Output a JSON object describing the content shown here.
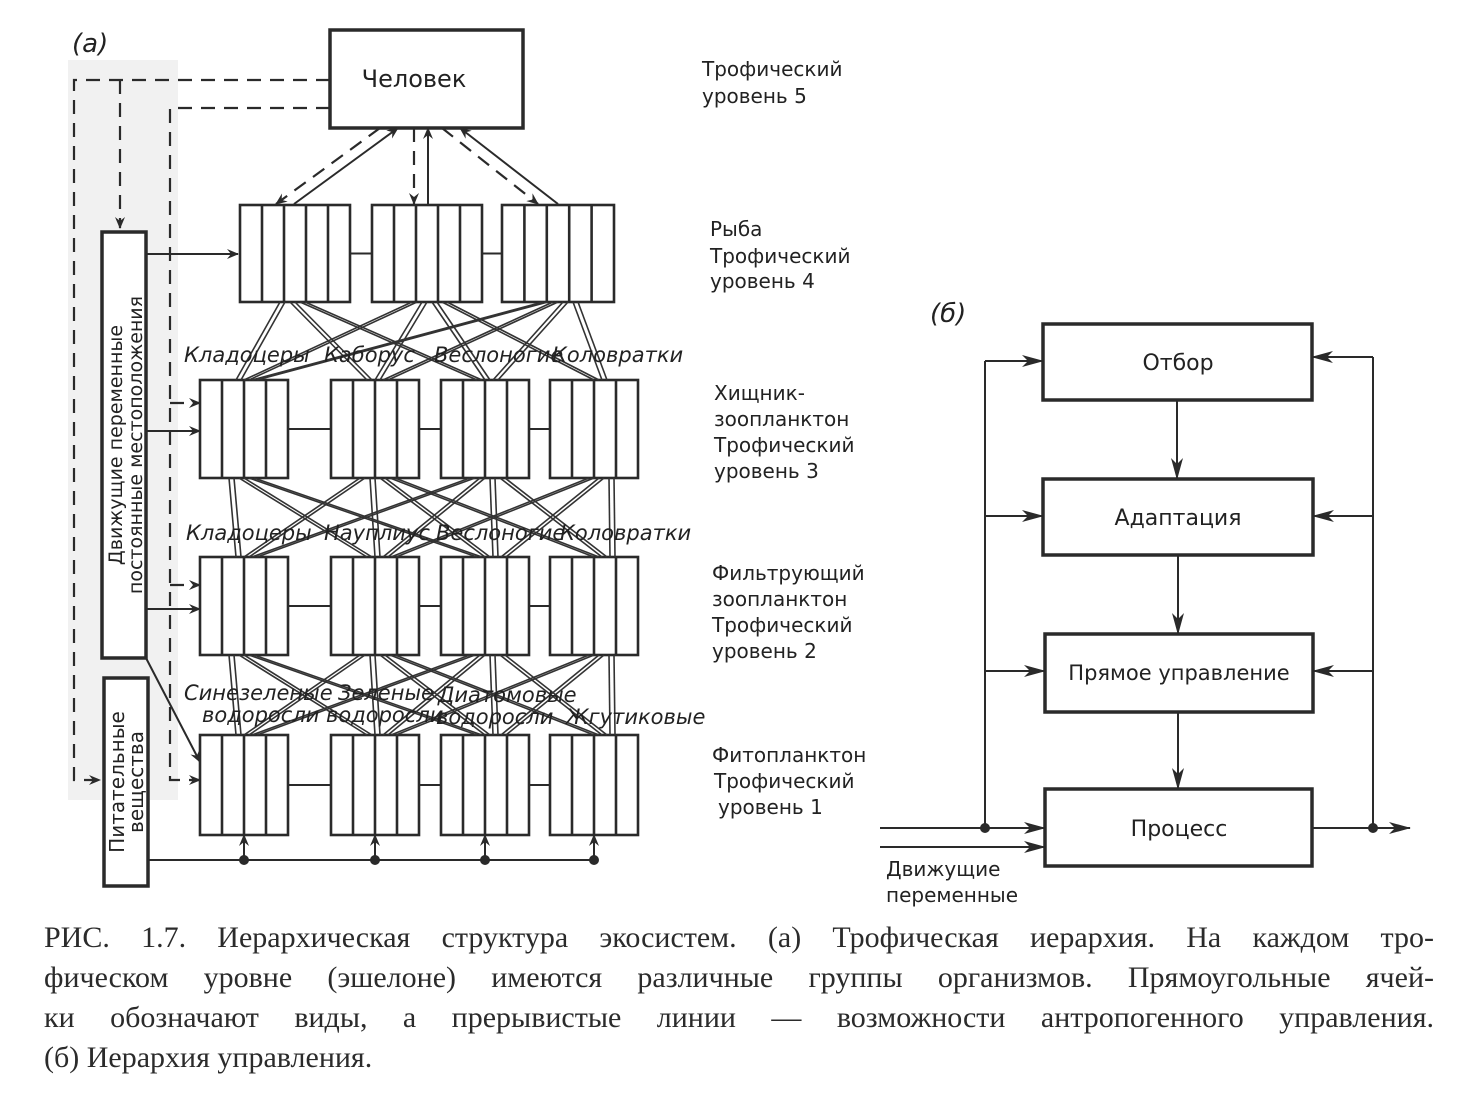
{
  "panel_a": {
    "label": "(а)",
    "top": {
      "label": "Человек",
      "level_text": [
        "Трофический",
        "уровень 5"
      ]
    },
    "side_boxes": {
      "drivers": [
        "Движущие переменные",
        "постоянные местоположения"
      ],
      "nutrients": [
        "Питательные",
        "вещества"
      ]
    },
    "levels": [
      {
        "id": "fish",
        "level_text": [
          "Рыба",
          "Трофический",
          "уровень 4"
        ],
        "cells_per_group": [
          5,
          5,
          5
        ],
        "group_labels": []
      },
      {
        "id": "predator_zoo",
        "level_text": [
          "Хищник-",
          "зоопланктон",
          "Трофический",
          "уровень 3"
        ],
        "cells_per_group": [
          4,
          4,
          4,
          4
        ],
        "group_labels": [
          "Кладоцеры",
          "Каборус",
          "Веслоногие",
          "Коловратки"
        ]
      },
      {
        "id": "filter_zoo",
        "level_text": [
          "Фильтрующий",
          "зоопланктон",
          "Трофический",
          "уровень 2"
        ],
        "cells_per_group": [
          4,
          4,
          4,
          4
        ],
        "group_labels": [
          "Кладоцеры",
          "Науплиус",
          "Веслоногие",
          "Коловратки"
        ]
      },
      {
        "id": "phyto",
        "level_text": [
          "Фитопланктон",
          "Трофический",
          "уровень 1"
        ],
        "cells_per_group": [
          4,
          4,
          4,
          4
        ],
        "group_labels": [
          [
            "Синезеленые",
            "водоросли"
          ],
          [
            "Зеленые",
            "водоросли"
          ],
          [
            "Диатомовые",
            "водоросли"
          ],
          [
            "Жгутиковые"
          ]
        ]
      }
    ]
  },
  "panel_b": {
    "label": "(б)",
    "boxes": [
      "Отбор",
      "Адаптация",
      "Прямое управление",
      "Процесс"
    ],
    "input_label": [
      "Движущие",
      "переменные"
    ]
  },
  "caption": {
    "lines": [
      "РИС. 1.7. Иерархическая структура экосистем. (а) Трофическая иерархия. На каждом тро-",
      "фическом уровне (эшелоне) имеются различные группы организмов. Прямоугольные ячей-",
      "ки обозначают виды, а прерывистые линии — возможности антропогенного управления.",
      "(б) Иерархия управления."
    ]
  }
}
